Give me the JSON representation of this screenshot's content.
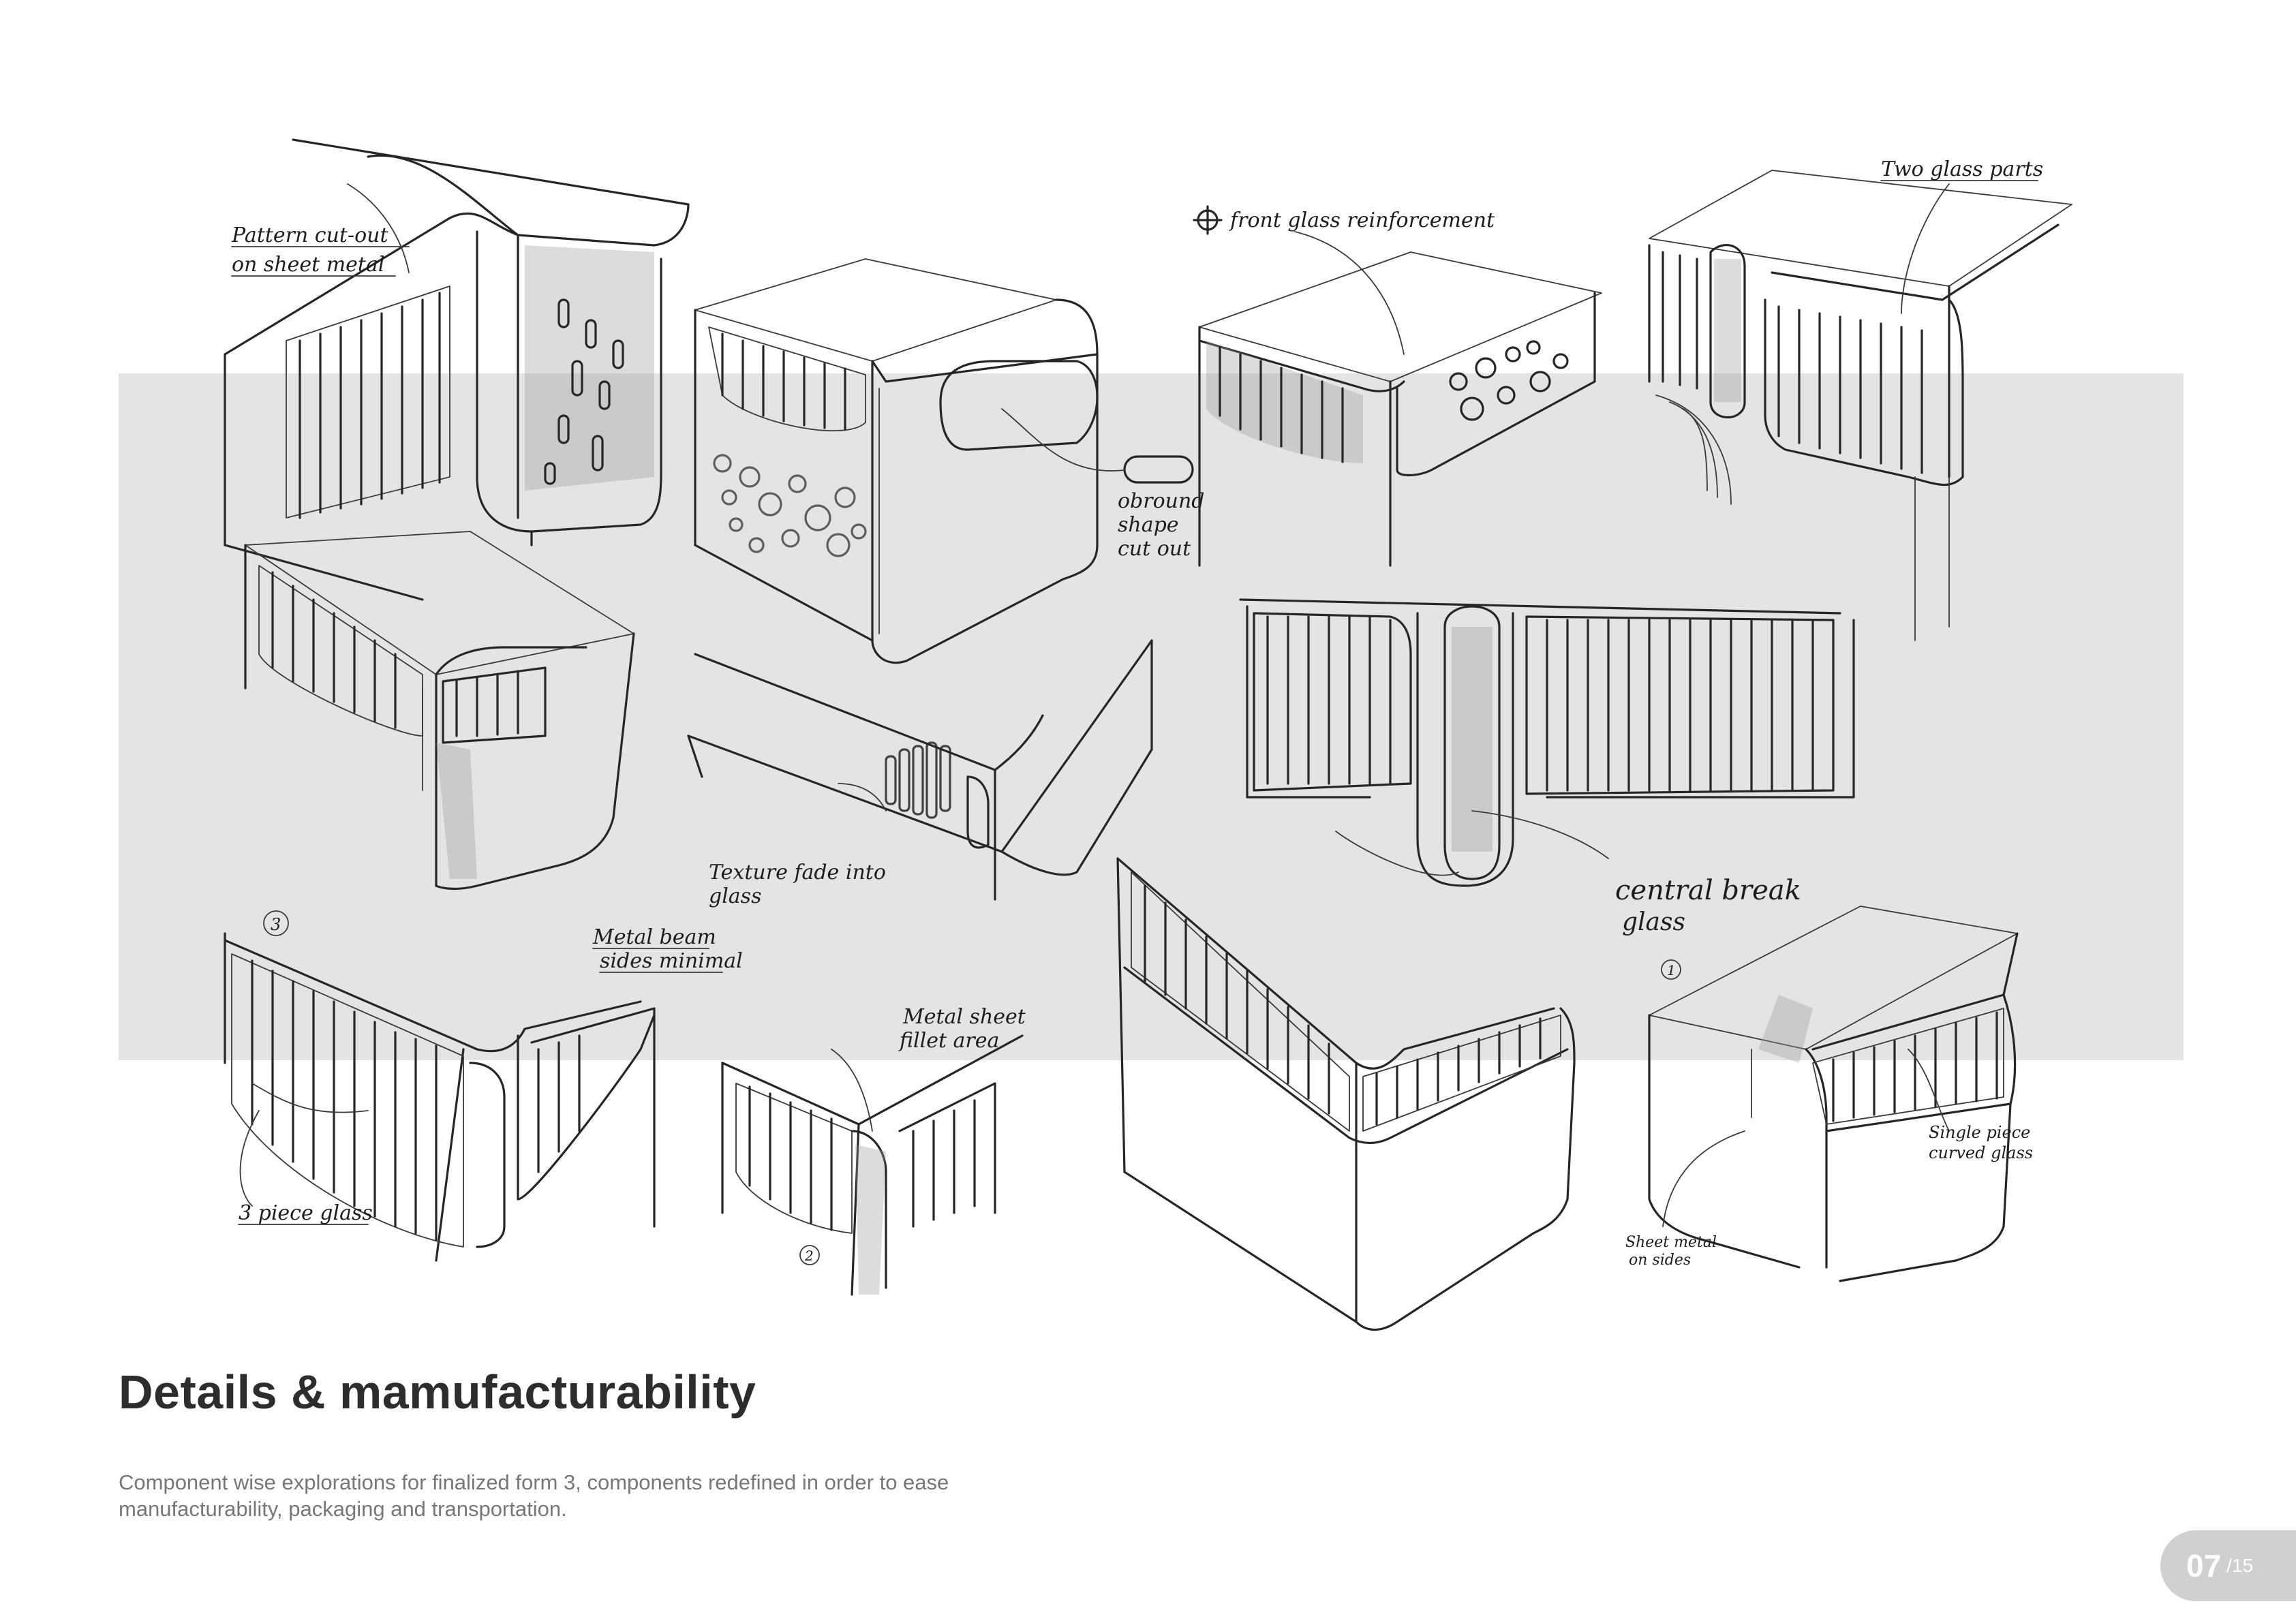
{
  "page": {
    "title": "Details & mamufacturability",
    "description": "Component wise explorations for finalized form 3, components redefined in order to ease manufacturability, packaging and transportation.",
    "page_current": "07",
    "page_total": "/15",
    "band_color": "#e4e4e4"
  },
  "annotations": {
    "pattern_cutout_1": "Pattern cut-out",
    "pattern_cutout_2": "on sheet metal",
    "front_glass": "front glass reinforcement",
    "two_glass": "Two glass parts",
    "obround_1": "obround",
    "obround_2": "shape",
    "obround_3": "cut out",
    "texture_1": "Texture fade into",
    "texture_2": "glass",
    "metal_beam_1": "Metal beam",
    "metal_beam_2": "sides minimal",
    "metal_sheet_1": "Metal sheet",
    "metal_sheet_2": "fillet area",
    "three_piece": "3 piece glass",
    "central_break_1": "central break",
    "central_break_2": "glass",
    "single_piece_1": "Single piece",
    "single_piece_2": "curved glass",
    "sheet_metal_1": "Sheet metal",
    "sheet_metal_2": "on sides",
    "num_3": "3",
    "num_2": "2",
    "num_1": "1"
  }
}
